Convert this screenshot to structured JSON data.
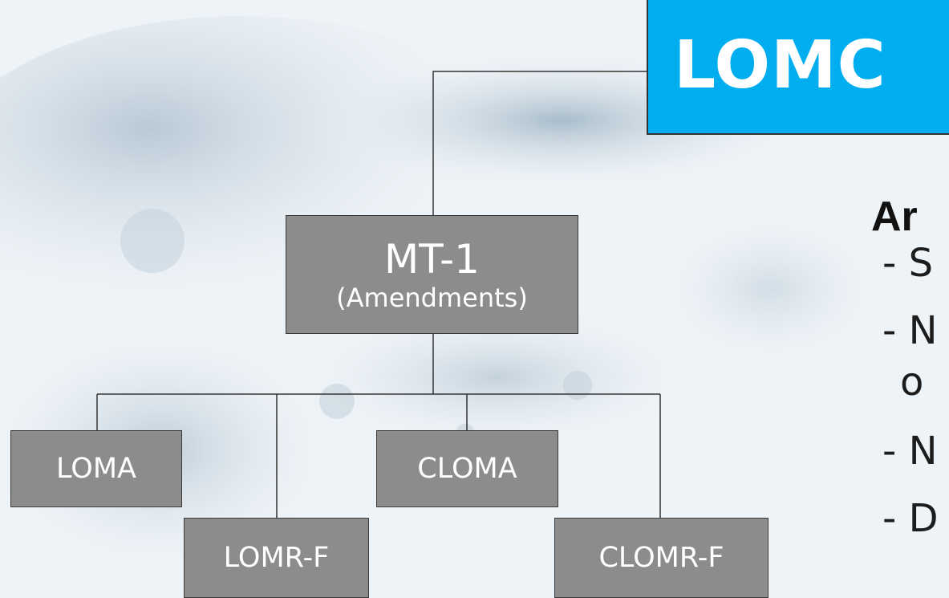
{
  "diagram": {
    "root": "LOMC",
    "mt1": {
      "title": "MT-1",
      "subtitle": "(Amendments)"
    },
    "children": {
      "loma": "LOMA",
      "cloma": "CLOMA",
      "lomrf": "LOMR-F",
      "clomrf": "CLOMR-F"
    },
    "colors": {
      "root_fill": "#00adef",
      "box_fill": "#8c8c8c",
      "text": "#ffffff",
      "line": "#333333"
    }
  },
  "side_panel": {
    "heading": "Ar",
    "bullets": [
      "- S",
      "- N",
      "o",
      "- N",
      "- D"
    ]
  }
}
